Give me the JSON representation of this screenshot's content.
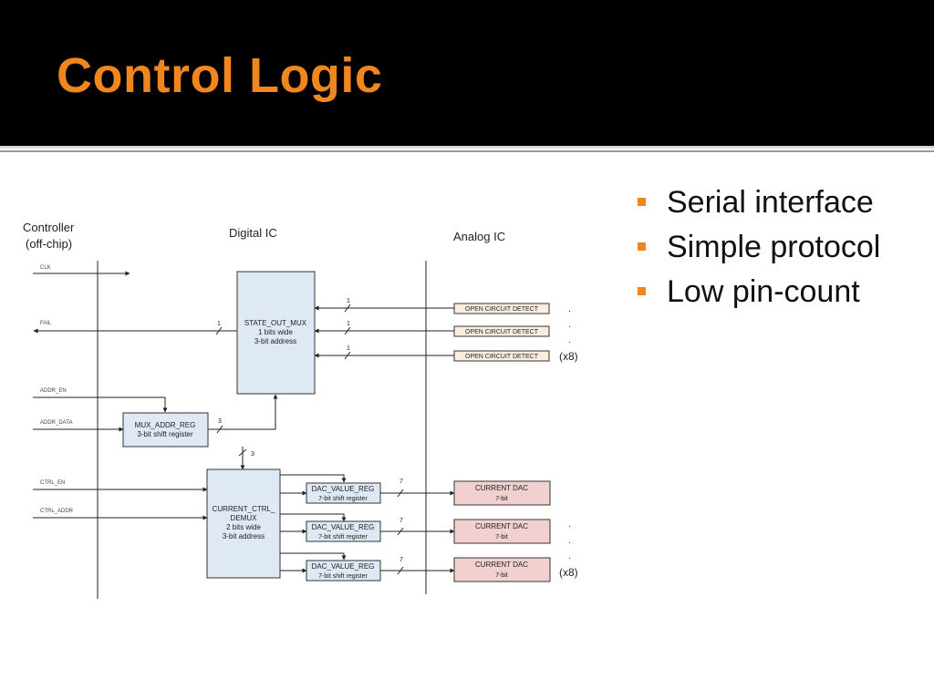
{
  "slide": {
    "title": "Control Logic"
  },
  "bullets": [
    {
      "text": "Serial interface"
    },
    {
      "text": "Simple protocol"
    },
    {
      "text": "Low pin-count"
    }
  ],
  "diagram": {
    "columns": {
      "controller_line1": "Controller",
      "controller_line2": "(off-chip)",
      "digital": "Digital IC",
      "analog": "Analog IC"
    },
    "signals": {
      "clk": "CLK",
      "fail": "FAIL",
      "addr_en": "ADDR_EN",
      "addr_data": "ADDR_DATA",
      "ctrl_en": "CTRL_EN",
      "ctrl_addr": "CTRL_ADDR"
    },
    "state_mux": {
      "line1": "STATE_OUT_MUX",
      "line2": "1 bits wide",
      "line3": "3-bit address"
    },
    "mux_addr_reg": {
      "line1": "MUX_ADDR_REG",
      "line2": "3-bit shift register"
    },
    "ctrl_demux": {
      "line1": "CURRENT_CTRL_",
      "line2": "DEMUX",
      "line3": "2 bits wide",
      "line4": "3-bit address"
    },
    "dac_value_reg": {
      "line1": "DAC_VALUE_REG",
      "line2": "7-bit shift register"
    },
    "open_circuit_detect": "OPEN CIRCUIT DETECT",
    "current_dac": {
      "line1": "CURRENT DAC",
      "line2": "7-bit"
    },
    "bus_widths": {
      "one": "1",
      "three": "3",
      "seven": "7"
    },
    "multiplier": "(x8)",
    "dot": ".",
    "colors": {
      "ocd_fill": "#fbeee0",
      "dac_fill": "#f2d0cf",
      "digital_fill": "#dfe8f5"
    }
  }
}
